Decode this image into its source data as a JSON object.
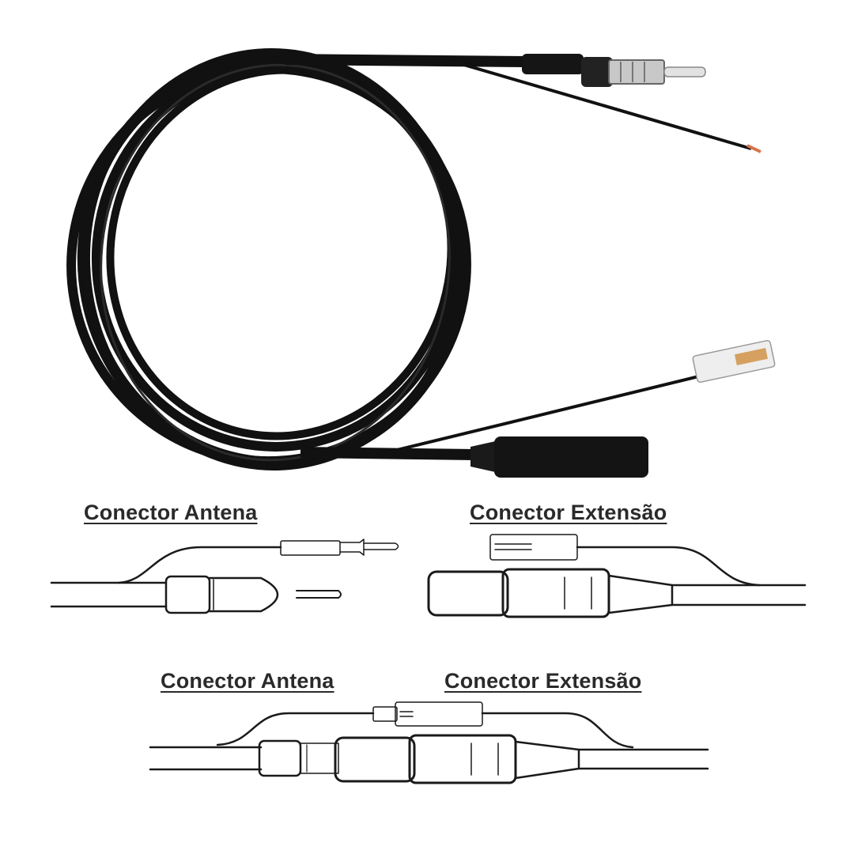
{
  "diagrams": {
    "top_left_label": "Conector Antena",
    "top_right_label": "Conector Extensão",
    "bottom_left_label": "Conector Antena",
    "bottom_right_label": "Conector Extensão"
  },
  "colors": {
    "background": "#ffffff",
    "cable": "#111111",
    "outline": "#1a1a1a",
    "wire_tip": "#d9734a"
  }
}
